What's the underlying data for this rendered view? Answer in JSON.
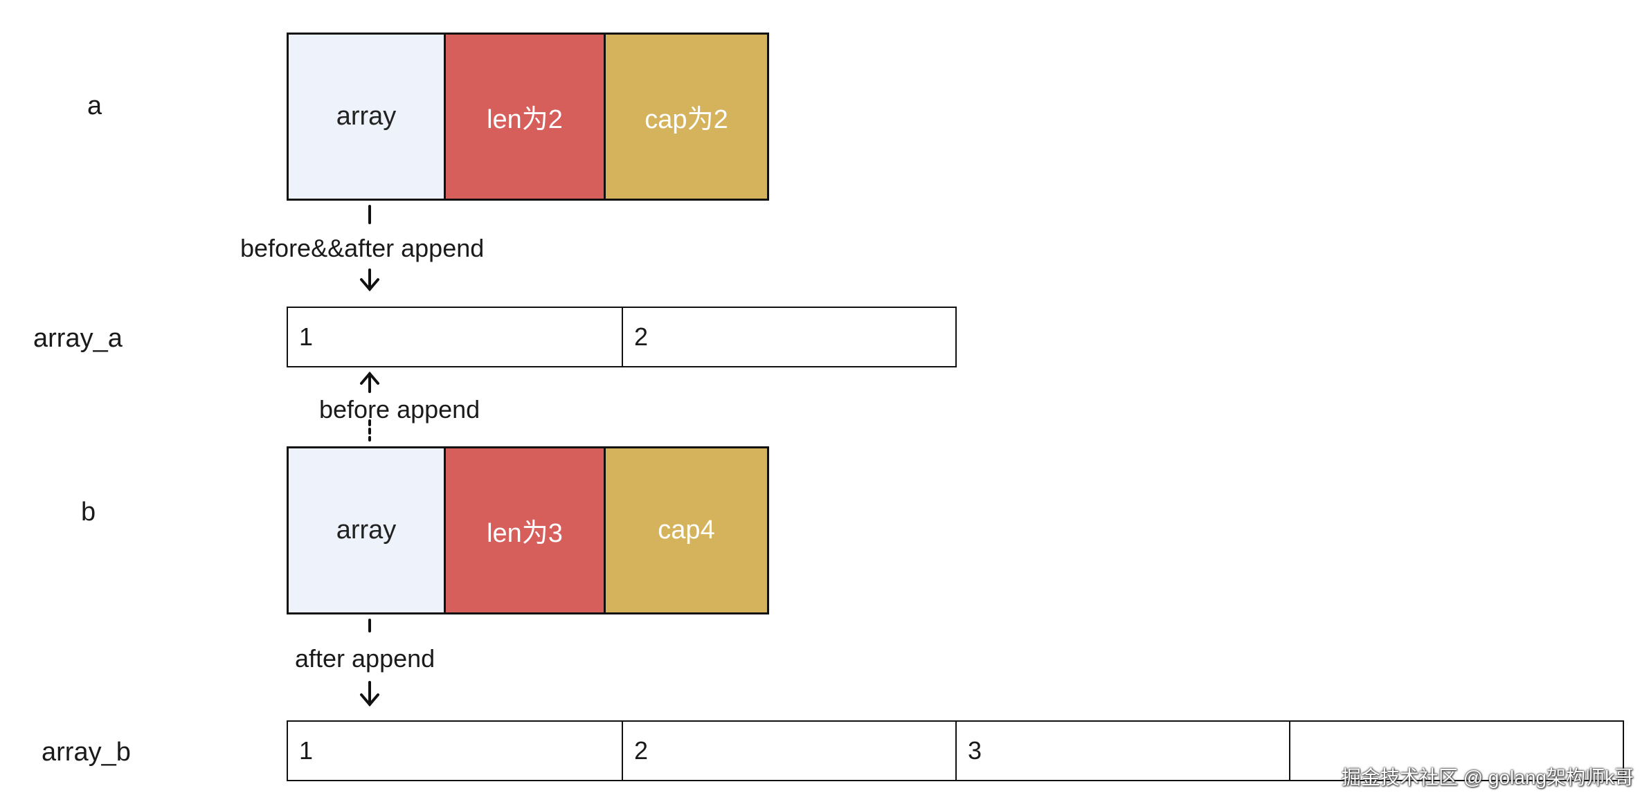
{
  "rows": {
    "a": {
      "label": "a",
      "fields": [
        "array",
        "len为2",
        "cap为2"
      ]
    },
    "array_a": {
      "label": "array_a",
      "cells": [
        "1",
        "2"
      ]
    },
    "b": {
      "label": "b",
      "fields": [
        "array",
        "len为3",
        "cap4"
      ]
    },
    "array_b": {
      "label": "array_b",
      "cells": [
        "1",
        "2",
        "3",
        ""
      ]
    }
  },
  "edges": {
    "a_to_array_a": "before&&after append",
    "b_to_array_a": "before append",
    "b_to_array_b": "after append"
  },
  "watermark": "掘金技术社区 @ golang架构师k哥",
  "colors": {
    "array_field": "#eef2fb",
    "len_field": "#d65f5c",
    "cap_field": "#d4b35c",
    "stroke": "#111111"
  }
}
